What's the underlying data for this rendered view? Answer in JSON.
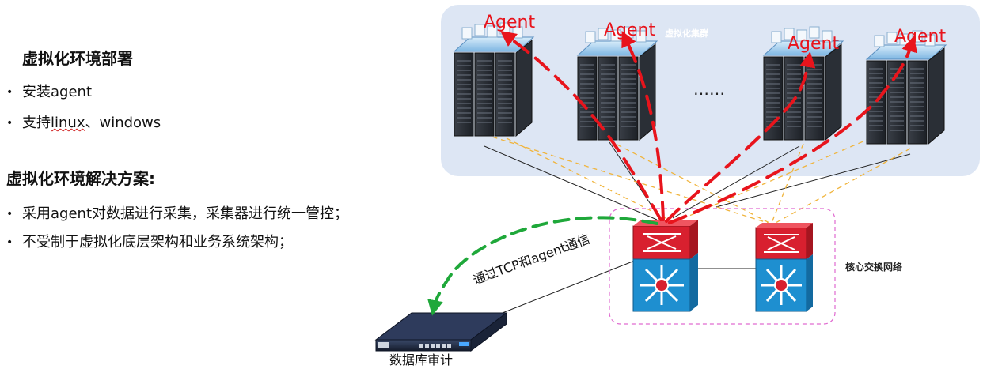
{
  "left_panel": {
    "heading1": "虚拟化环境部署",
    "bullet1": "安装agent",
    "bullet2_prefix": "支持",
    "bullet2_word": "linux",
    "bullet2_suffix": "、windows",
    "heading2": "虚拟化环境解决方案:",
    "bullet3": "采用agent对数据进行采集，采集器进行统一管控；",
    "bullet4": "不受制于虚拟化底层架构和业务系统架构；",
    "bullet_symbol": "•"
  },
  "diagram": {
    "cluster_label": "虚拟化集群",
    "agent_label": "Agent",
    "ellipsis": "……",
    "core_label": "核心交换网络",
    "comm_label": "通过TCP和agent通信",
    "audit_label": "数据库审计",
    "colors": {
      "cluster_bg": "#dde6f4",
      "agent_red": "#e8141c",
      "comm_green": "#1fa83a",
      "dashed_orange": "#f0b43c",
      "core_border": "#e06ad0",
      "switch_top": "#d8202f",
      "switch_bottom": "#1e8fd0"
    }
  }
}
